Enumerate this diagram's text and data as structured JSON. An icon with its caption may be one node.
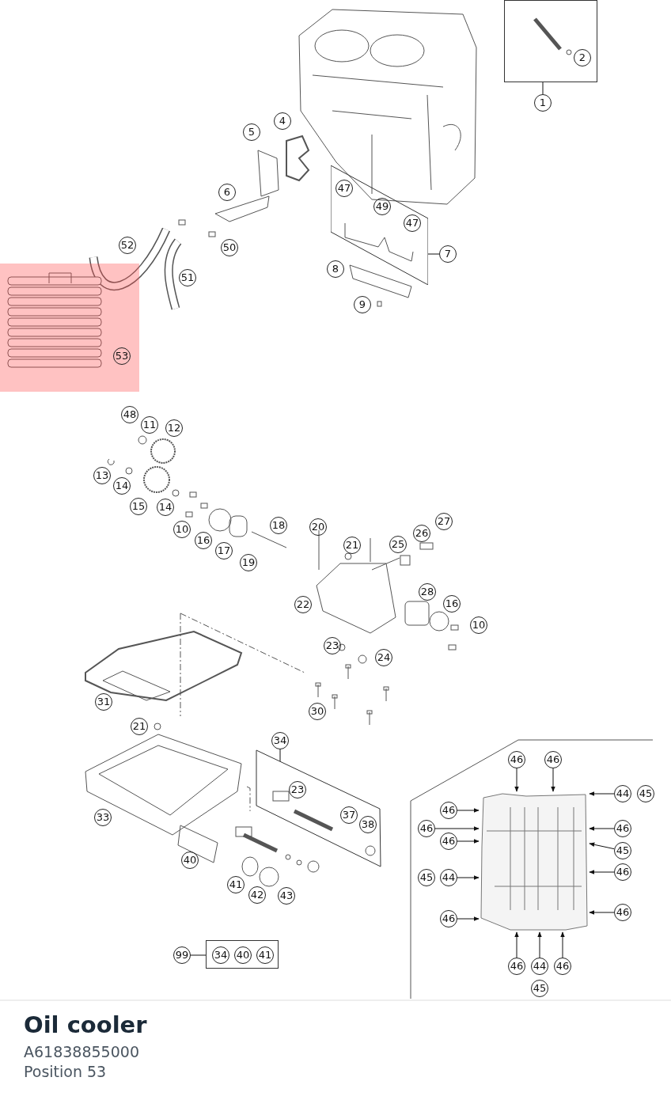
{
  "diagram": {
    "title": "Oil cooler",
    "nodes": [
      {
        "text": [
          "1"
        ]
      },
      {
        "text": [
          "2"
        ]
      },
      {
        "text": [
          "7"
        ]
      },
      {
        "text": [
          "47",
          "49",
          "47"
        ]
      },
      {
        "text": [
          "34"
        ]
      },
      {
        "text": [
          "23",
          "37",
          "38"
        ]
      },
      {
        "text": [
          "99"
        ]
      },
      {
        "text": [
          "34",
          "40",
          "41"
        ]
      },
      {
        "text": [],
        "shape": "picture"
      },
      {
        "text": [
          "46"
        ]
      },
      {
        "text": [
          "46"
        ]
      },
      {
        "text": [
          "44"
        ]
      },
      {
        "text": [
          "46"
        ]
      },
      {
        "text": [
          "46"
        ]
      },
      {
        "text": [
          "46"
        ]
      },
      {
        "text": [
          "44"
        ]
      },
      {
        "text": [
          "46"
        ]
      },
      {
        "text": [
          "46"
        ]
      },
      {
        "text": [
          "45"
        ]
      },
      {
        "text": [
          "46"
        ]
      },
      {
        "text": [
          "46"
        ]
      },
      {
        "text": [
          "46"
        ]
      },
      {
        "text": [
          "44"
        ]
      },
      {
        "text": [
          "46"
        ]
      },
      {
        "text": [
          "4"
        ]
      },
      {
        "text": [
          "5"
        ]
      },
      {
        "text": [
          "6"
        ]
      },
      {
        "text": [
          "52"
        ]
      },
      {
        "text": [
          "50"
        ]
      },
      {
        "text": [
          "51"
        ]
      },
      {
        "text": [
          "8"
        ]
      },
      {
        "text": [
          "9"
        ]
      },
      {
        "text": [
          "53"
        ]
      },
      {
        "text": [
          "48"
        ]
      },
      {
        "text": [
          "11"
        ]
      },
      {
        "text": [
          "12"
        ]
      },
      {
        "text": [
          "13"
        ]
      },
      {
        "text": [
          "14"
        ]
      },
      {
        "text": [
          "15"
        ]
      },
      {
        "text": [
          "14"
        ]
      },
      {
        "text": [
          "10"
        ]
      },
      {
        "text": [
          "16"
        ]
      },
      {
        "text": [
          "17"
        ]
      },
      {
        "text": [
          "18"
        ]
      },
      {
        "text": [
          "20"
        ]
      },
      {
        "text": [
          "27"
        ]
      },
      {
        "text": [
          "26"
        ]
      },
      {
        "text": [
          "21"
        ]
      },
      {
        "text": [
          "25"
        ]
      },
      {
        "text": [
          "19"
        ]
      },
      {
        "text": [
          "22"
        ]
      },
      {
        "text": [
          "28"
        ]
      },
      {
        "text": [
          "16"
        ]
      },
      {
        "text": [
          "10"
        ]
      },
      {
        "text": [
          "23"
        ]
      },
      {
        "text": [
          "24"
        ]
      },
      {
        "text": [
          "31"
        ]
      },
      {
        "text": [
          "30"
        ]
      },
      {
        "text": [
          "21"
        ]
      },
      {
        "text": [
          "33"
        ]
      },
      {
        "text": [
          "40"
        ]
      },
      {
        "text": [
          "41"
        ]
      },
      {
        "text": [
          "42"
        ]
      },
      {
        "text": [
          "43"
        ]
      },
      {
        "text": [
          "45"
        ]
      },
      {
        "text": [
          "45"
        ]
      },
      {
        "text": [
          "45"
        ]
      }
    ],
    "edges": [
      {
        "from": 0,
        "to": 1,
        "arrow": "none"
      },
      {
        "from": 2,
        "to": 3,
        "arrow": "none"
      },
      {
        "from": 4,
        "to": 5,
        "arrow": "none"
      },
      {
        "from": 6,
        "to": 7,
        "arrow": "none"
      },
      {
        "from": 9,
        "to": 8,
        "arrow": "to"
      },
      {
        "from": 10,
        "to": 8,
        "arrow": "to"
      },
      {
        "from": 11,
        "to": 8,
        "arrow": "to"
      },
      {
        "from": 12,
        "to": 8,
        "arrow": "to"
      },
      {
        "from": 13,
        "to": 8,
        "arrow": "to"
      },
      {
        "from": 14,
        "to": 8,
        "arrow": "to"
      },
      {
        "from": 15,
        "to": 8,
        "arrow": "to"
      },
      {
        "from": 16,
        "to": 8,
        "arrow": "to"
      },
      {
        "from": 17,
        "to": 8,
        "arrow": "to"
      },
      {
        "from": 18,
        "to": 8,
        "arrow": "to"
      },
      {
        "from": 19,
        "to": 8,
        "arrow": "to"
      },
      {
        "from": 20,
        "to": 8,
        "arrow": "to"
      },
      {
        "from": 21,
        "to": 8,
        "arrow": "to"
      },
      {
        "from": 22,
        "to": 8,
        "arrow": "to"
      },
      {
        "from": 23,
        "to": 8,
        "arrow": "to"
      }
    ],
    "labels": [
      "A61838855000",
      "Position 53"
    ]
  }
}
